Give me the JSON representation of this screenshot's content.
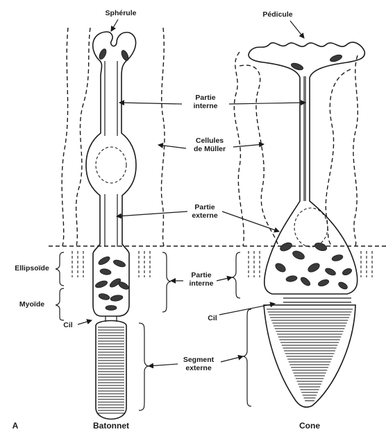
{
  "figure": {
    "panel_letter": "A",
    "labels": {
      "spherule": "Sphérule",
      "pedicule": "Pédicule",
      "partie_interne_top": "Partie\ninterne",
      "cellules_muller": "Cellules\nde Müller",
      "partie_externe": "Partie\nexterne",
      "ellipsoide": "Ellipsoïde",
      "myoide": "Myoïde",
      "partie_interne_mid": "Partie\ninterne",
      "cil_left": "Cil",
      "cil_right": "Cil",
      "segment_externe": "Segment\nexterne"
    },
    "captions": {
      "rod": "Batonnet",
      "cone": "Cone"
    }
  }
}
